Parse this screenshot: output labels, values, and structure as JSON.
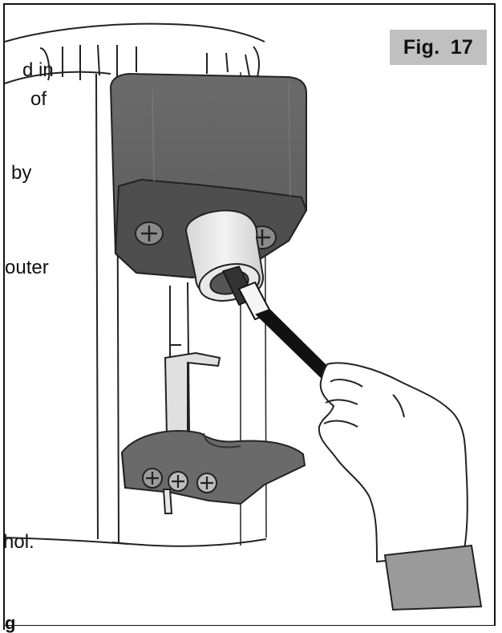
{
  "figure": {
    "label": "Fig.  17"
  },
  "text_fragments": [
    "d  in",
    "of",
    "by",
    "outer",
    "hol.",
    "g"
  ],
  "colors": {
    "dark_gray": "#5f5f5f",
    "mid_gray": "#7a7a7a",
    "light_gray": "#d9d9d9",
    "label_bg": "#c0c0c0",
    "ink": "#111111"
  },
  "icons": [
    "screw-icon",
    "hand-icon",
    "brush-icon"
  ]
}
